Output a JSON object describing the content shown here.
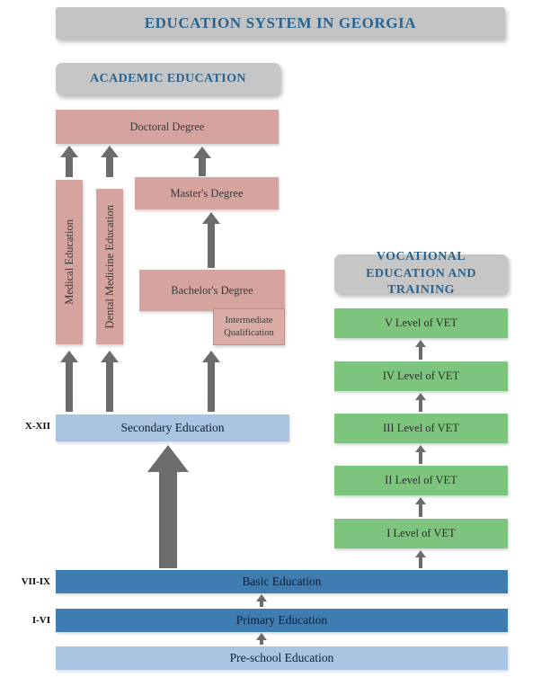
{
  "title": "EDUCATION SYSTEM IN GEORGIA",
  "academic": {
    "header": "ACADEMIC EDUCATION",
    "doctoral": "Doctoral Degree",
    "masters": "Master's Degree",
    "bachelors": "Bachelor's Degree",
    "intermediate": "Intermediate Qualification",
    "medical": "Medical Education",
    "dental": "Dental Medicine Education"
  },
  "vet": {
    "header": "VOCATIONAL EDUCATION AND TRAINING",
    "levels": [
      {
        "label": "V Level of VET"
      },
      {
        "label": "IV Level of VET"
      },
      {
        "label": "III Level of VET"
      },
      {
        "label": "II Level of VET"
      },
      {
        "label": "I Level of VET"
      }
    ]
  },
  "school": {
    "secondary": {
      "label": "Secondary Education",
      "grades": "X-XII"
    },
    "basic": {
      "label": "Basic Education",
      "grades": "VII-IX"
    },
    "primary": {
      "label": "Primary Education",
      "grades": "I-VI"
    },
    "preschool": {
      "label": "Pre-school Education"
    }
  },
  "colors": {
    "accent_blue_text": "#2a648e",
    "pink": "#d5a49e",
    "green": "#7dc57e",
    "blue_dark": "#3e7cb2",
    "blue_light": "#abc4e2",
    "gray_header": "#c6c6c6",
    "arrow_gray": "#6c6c6c"
  }
}
